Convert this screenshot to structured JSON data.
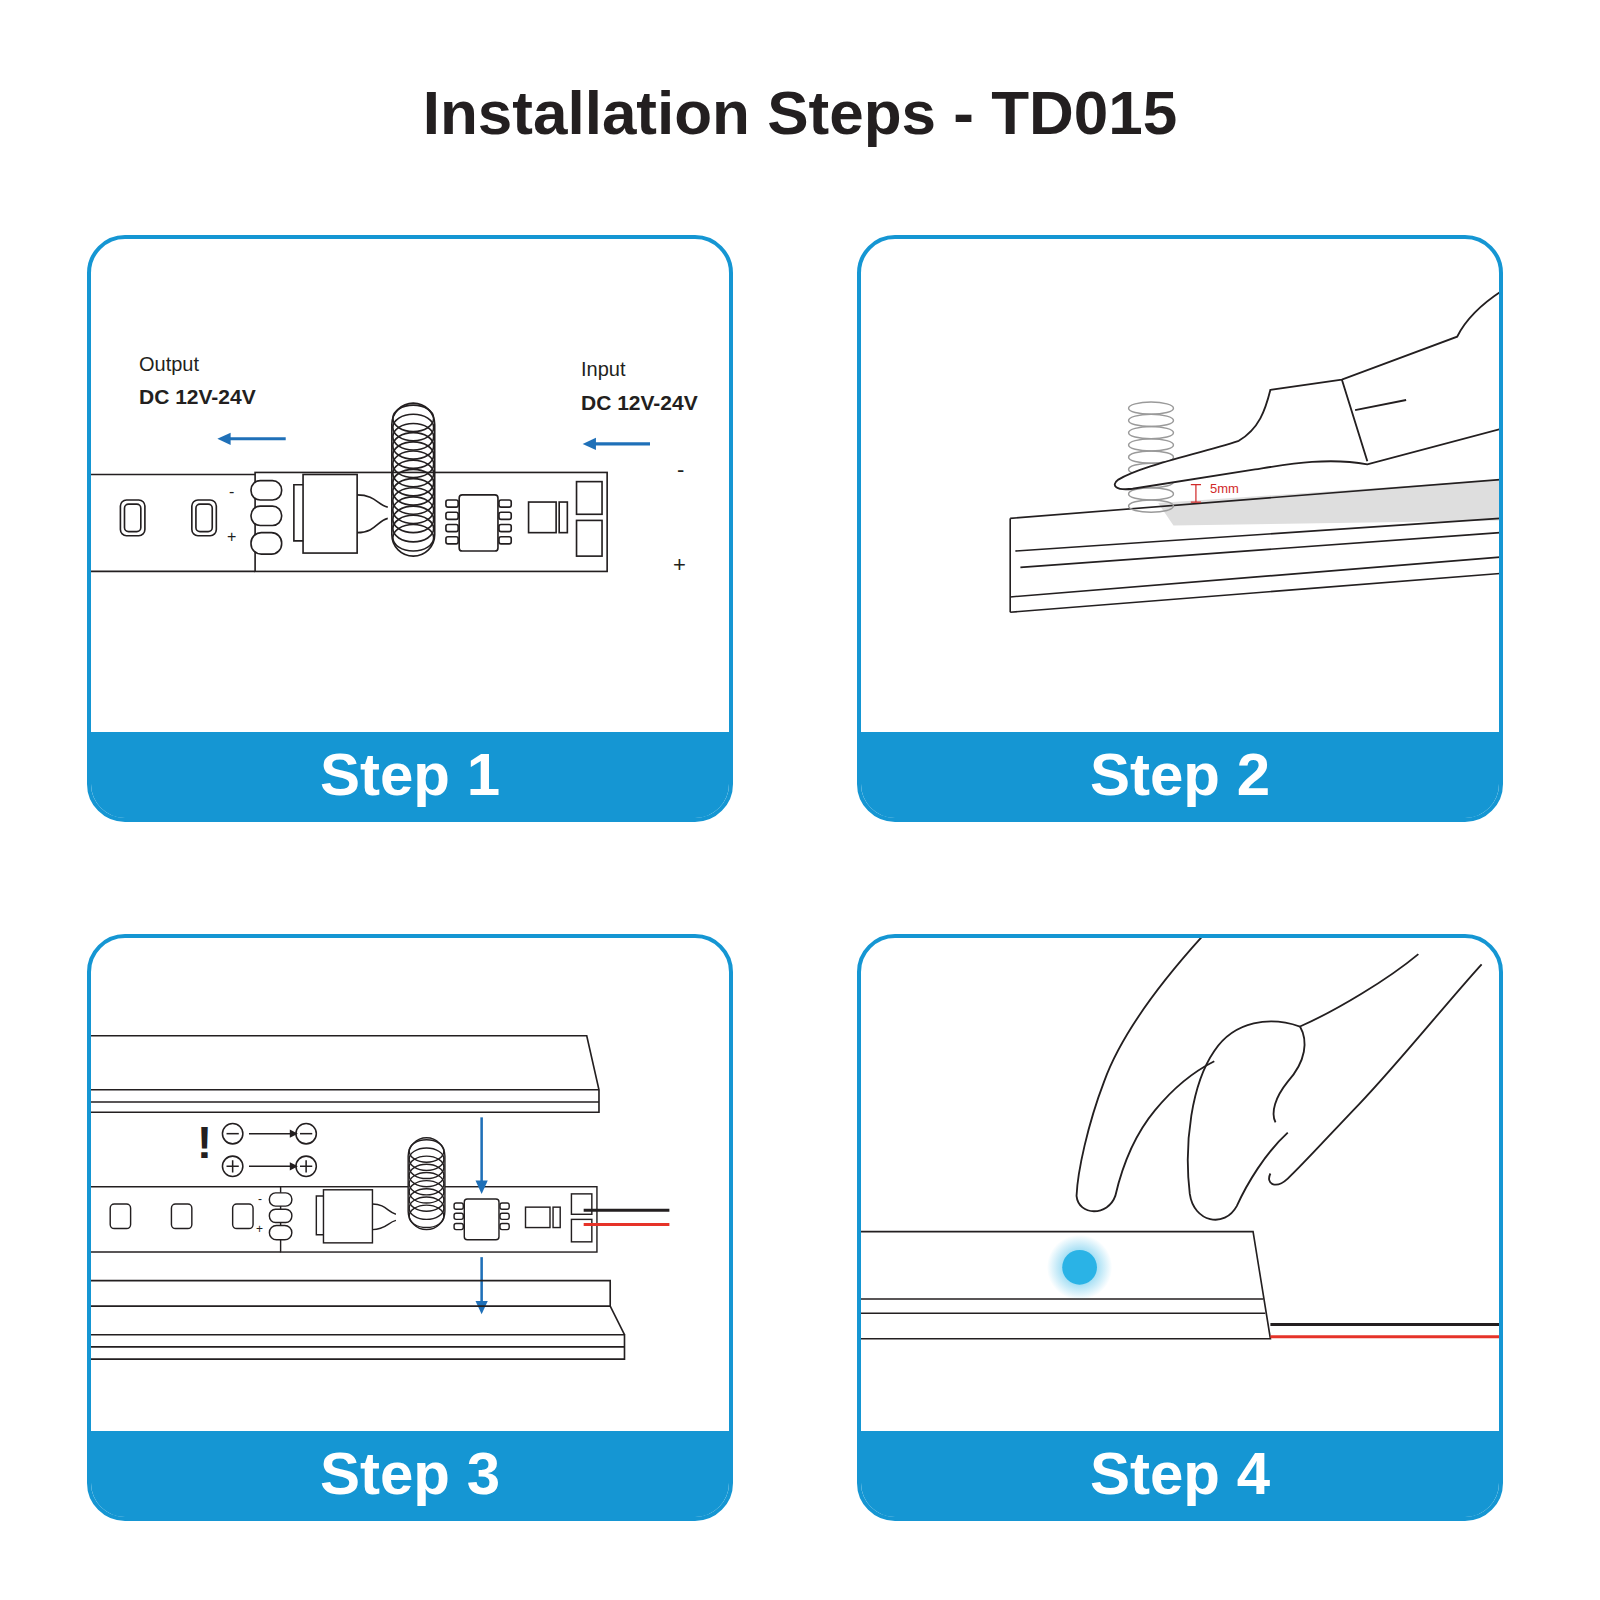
{
  "diagram": {
    "title": "Installation Steps - TD015",
    "nodes": [
      {
        "text": [
          "Step 1"
        ]
      },
      {
        "text": [
          "Step 2"
        ]
      },
      {
        "text": [
          "Step 3"
        ]
      },
      {
        "text": [
          "Step 4"
        ]
      }
    ],
    "labels": [
      "Output",
      "DC 12V-24V",
      "Input",
      "DC 12V-24V",
      "-",
      "+",
      "-",
      "+",
      "5mm",
      "!",
      "-",
      "+"
    ]
  }
}
